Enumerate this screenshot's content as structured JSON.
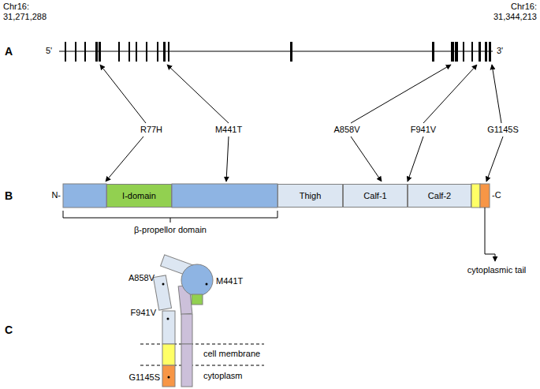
{
  "diagram": {
    "nodes": [
      {
        "text": [
          "I-domain"
        ]
      },
      {
        "text": [
          "Thigh"
        ]
      },
      {
        "text": [
          "Calf-1"
        ]
      },
      {
        "text": [
          "Calf-2"
        ]
      }
    ],
    "labels": [
      "Chr16:",
      "31,271,288",
      "Chr16:",
      "31,344,213",
      "A",
      "5'",
      "3'",
      "R77H",
      "M441T",
      "A858V",
      "F941V",
      "G1145S",
      "B",
      "N-",
      "-C",
      "β-propellor domain",
      "cytoplasmic tail",
      "C",
      "A858V",
      "M441T",
      "F941V",
      "G1145S",
      "cell membrane",
      "cytoplasm"
    ]
  }
}
